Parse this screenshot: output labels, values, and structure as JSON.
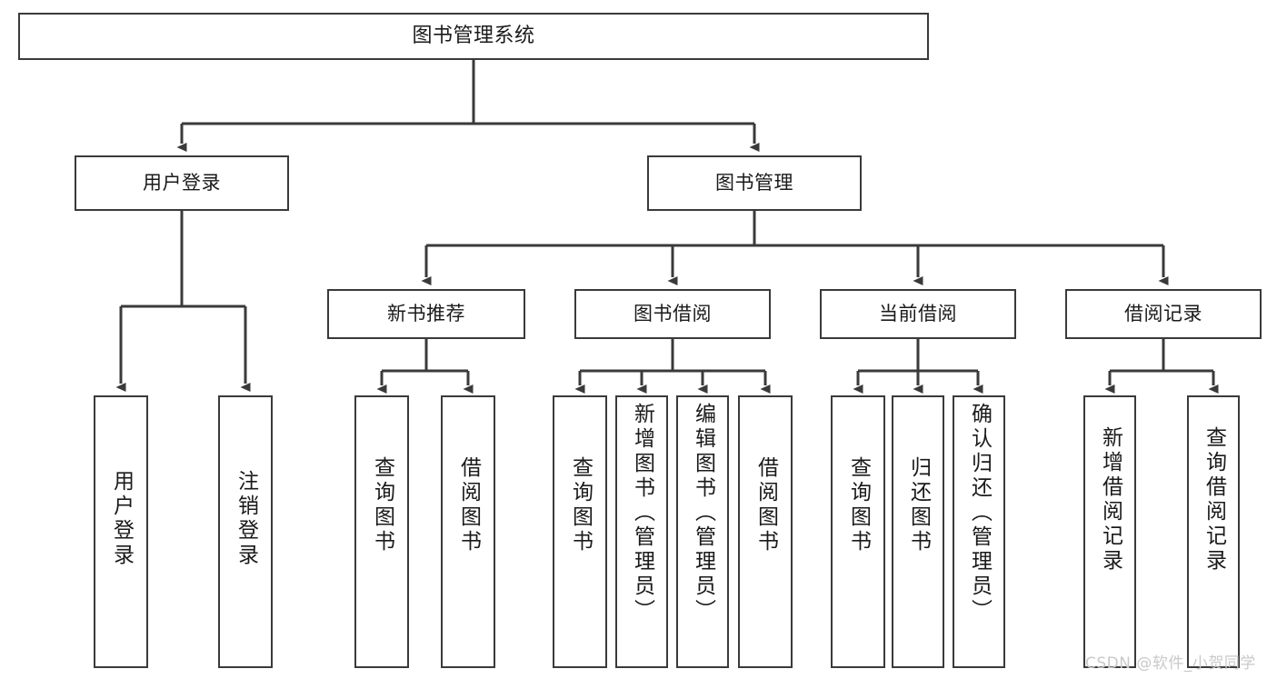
{
  "diagram": {
    "type": "tree-hierarchy",
    "title": "图书管理系统",
    "watermark": "CSDN @软件_小贺同学",
    "colors": {
      "background": "#ffffff",
      "border": "#3a3a3a",
      "connector": "#3a3a3a",
      "text": "#1a1a1a",
      "watermark": "#c9c9c9"
    },
    "nodes": {
      "root": {
        "label": "图书管理系统"
      },
      "level2": [
        {
          "id": "user-login",
          "label": "用户登录"
        },
        {
          "id": "book-manage",
          "label": "图书管理"
        }
      ],
      "level3": [
        {
          "id": "new-book-recommend",
          "label": "新书推荐"
        },
        {
          "id": "book-borrow",
          "label": "图书借阅"
        },
        {
          "id": "current-borrow",
          "label": "当前借阅"
        },
        {
          "id": "borrow-record",
          "label": "借阅记录"
        }
      ],
      "leaves": {
        "user_login": [
          {
            "id": "leaf-user-login",
            "label": "用户登录"
          },
          {
            "id": "leaf-logout",
            "label": "注销登录"
          }
        ],
        "new_book_recommend": [
          {
            "id": "leaf-query-book-1",
            "label": "查询图书"
          },
          {
            "id": "leaf-borrow-book-1",
            "label": "借阅图书"
          }
        ],
        "book_borrow": [
          {
            "id": "leaf-query-book-2",
            "label": "查询图书"
          },
          {
            "id": "leaf-add-book",
            "label": "新增图书（管理员）"
          },
          {
            "id": "leaf-edit-book",
            "label": "编辑图书（管理员）"
          },
          {
            "id": "leaf-borrow-book-2",
            "label": "借阅图书"
          }
        ],
        "current_borrow": [
          {
            "id": "leaf-query-book-3",
            "label": "查询图书"
          },
          {
            "id": "leaf-return-book",
            "label": "归还图书"
          },
          {
            "id": "leaf-confirm-return",
            "label": "确认归还（管理员）"
          }
        ],
        "borrow_record": [
          {
            "id": "leaf-add-record",
            "label": "新增借阅记录"
          },
          {
            "id": "leaf-query-record",
            "label": "查询借阅记录"
          }
        ]
      }
    }
  }
}
